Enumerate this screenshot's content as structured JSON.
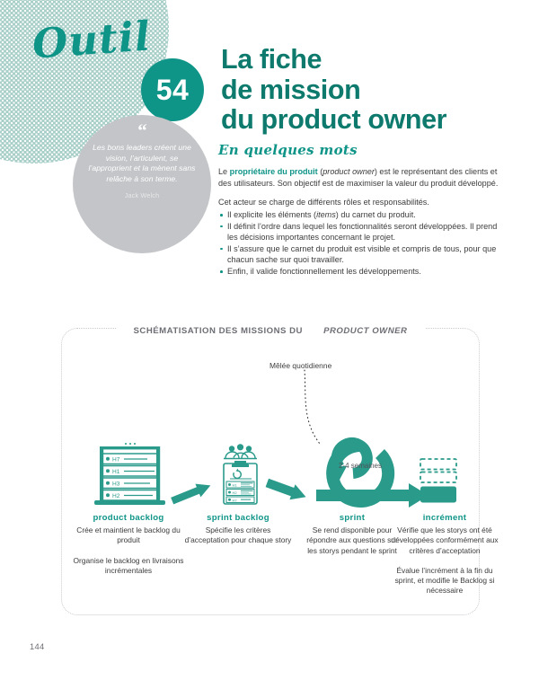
{
  "header": {
    "tool_word": "Outil",
    "tool_number": "54",
    "title_lines": [
      "La fiche",
      "de mission",
      "du product owner"
    ],
    "accent_color": "#0f9488",
    "title_color": "#0d7a6d",
    "dot_pattern_color": "#a9cfc9"
  },
  "quote": {
    "mark": "“",
    "text": "Les bons leaders créent une vision, l’articulent, se l’approprient et la mènent sans relâche à son terme.",
    "author": "Jack Welch",
    "bg_color": "#c3c5c8"
  },
  "intro": {
    "heading": "En quelques mots",
    "paragraph_pre": "Le ",
    "paragraph_highlight": "propriétaire du produit",
    "paragraph_paren_open": " (",
    "paragraph_italic": "product owner",
    "paragraph_post": ") est le représentant des clients et des utilisateurs. Son objectif est de maximiser la valeur du produit développé.",
    "second_line": "Cet acteur se charge de différents rôles et responsabilités.",
    "bullets": [
      {
        "pre": "Il explicite les éléments (",
        "italic": "items",
        "post": ") du carnet du produit."
      },
      {
        "pre": "Il définit l’ordre dans lequel les fonctionnalités seront développées. Il prend les décisions importantes concernant le projet.",
        "italic": "",
        "post": ""
      },
      {
        "pre": "Il s’assure que le carnet du produit est visible et compris de tous, pour que chacun sache sur quoi travailler.",
        "italic": "",
        "post": ""
      },
      {
        "pre": "Enfin, il valide fonctionnellement les développements.",
        "italic": "",
        "post": ""
      }
    ]
  },
  "schema": {
    "title_main": "SCHÉMATISATION DES MISSIONS DU ",
    "title_italic": "PRODUCT OWNER",
    "annotation": "Mêlée quotidienne",
    "sprint_duration": "2-4 semaines",
    "backlog_items": [
      {
        "code": "H7",
        "bar": 26
      },
      {
        "code": "H1",
        "bar": 42
      },
      {
        "code": "H3",
        "bar": 32
      },
      {
        "code": "H2",
        "bar": 38
      }
    ],
    "sprint_backlog_rows": [
      "H1",
      "H2",
      "H7"
    ],
    "steps": [
      {
        "label": "product backlog",
        "desc": "Crée et maintient le backlog du produit",
        "desc2": "Organise le backlog en livraisons incrémentales"
      },
      {
        "label": "sprint backlog",
        "desc": "Spécifie les critères d’acceptation pour chaque story",
        "desc2": ""
      },
      {
        "label": "sprint",
        "desc": "Se rend disponible pour répondre aux questions sur les storys pendant le sprint",
        "desc2": ""
      },
      {
        "label": "incrément",
        "desc": "Vérifie que les storys ont été développées conformément aux critères d’acceptation",
        "desc2": "Évalue l’incrément à la fin du sprint, et modifie le Backlog si nécessaire"
      }
    ]
  },
  "footer": {
    "page_number": "144"
  }
}
